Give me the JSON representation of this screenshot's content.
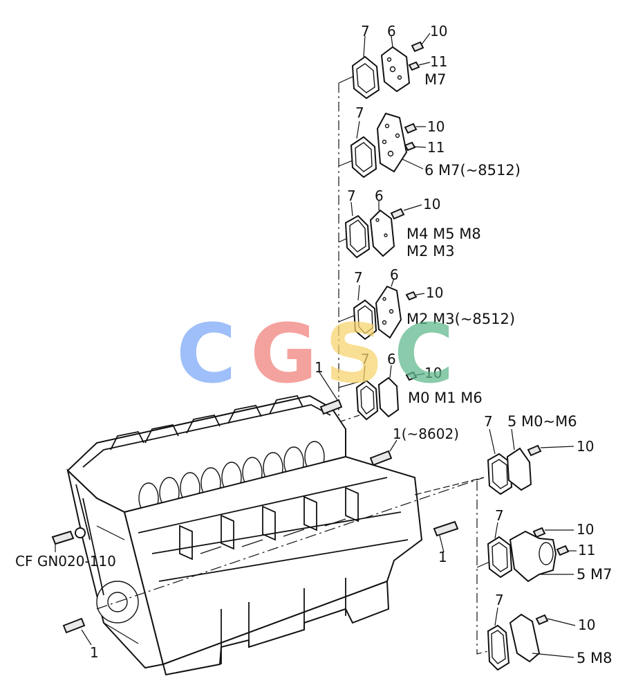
{
  "watermark": {
    "letters": [
      "C",
      "G",
      "S",
      "C"
    ],
    "colors": [
      "#7aa7f7",
      "#f07f7a",
      "#f7d36a",
      "#5cb88a"
    ]
  },
  "callouts": {
    "g1_gasket": "7",
    "g1_cover": "6",
    "g1_bolt": "10",
    "g1_plug": "11",
    "g1_model": "M7",
    "g2_gasket": "7",
    "g2_bolt": "10",
    "g2_plug": "11",
    "g2_cover_model": "6  M7(~8512)",
    "g3_gasket": "7",
    "g3_cover": "6",
    "g3_bolt": "10",
    "g3_models_1": "M4  M5  M8",
    "g3_models_2": "M2  M3",
    "g4_gasket": "7",
    "g4_cover": "6",
    "g4_bolt": "10",
    "g4_models": "M2  M3(~8512)",
    "g5_gasket": "7",
    "g5_cover": "6",
    "g5_bolt": "10",
    "g5_models": "M0  M1  M6",
    "stud_top": "1",
    "stud_8602": "1(~8602)",
    "stud_right": "1",
    "stud_bottom": "1",
    "cf_label": "CF GN020-110",
    "r1_gasket": "7",
    "r1_cover_model": "5  M0~M6",
    "r1_bolt": "10",
    "r2_gasket": "7",
    "r2_bolt": "10",
    "r2_plug": "11",
    "r2_cover_model": "5  M7",
    "r3_gasket": "7",
    "r3_bolt": "10",
    "r3_cover_model": "5  M8"
  }
}
